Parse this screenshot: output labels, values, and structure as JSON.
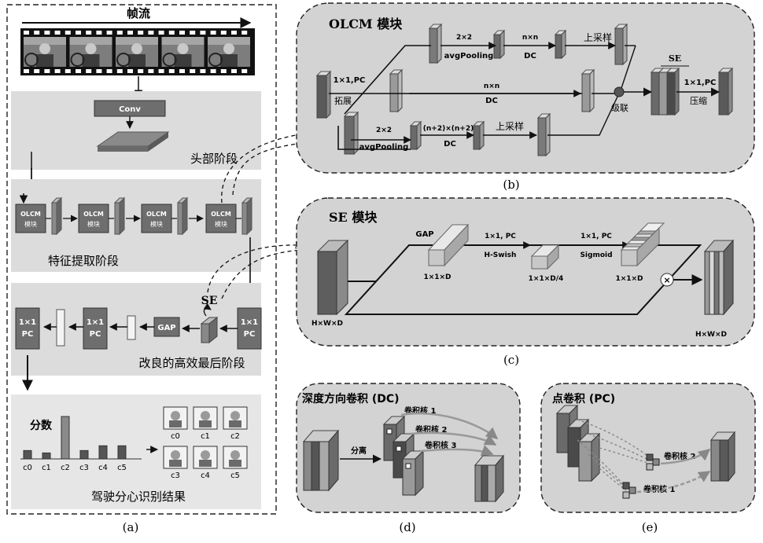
{
  "panel_a": {
    "frame_stream_label": "帧流",
    "conv_label": "Conv",
    "head_stage_label": "头部阶段",
    "olcm_block_label_line1": "OLCM",
    "olcm_block_label_line2": "模块",
    "feature_stage_label": "特征提取阶段",
    "se_label": "SE",
    "gap_label": "GAP",
    "pc_label_line1": "1×1",
    "pc_label_line2": "PC",
    "final_stage_label": "改良的高效最后阶段",
    "score_label": "分数",
    "bar_classes": [
      "c0",
      "c1",
      "c2",
      "c3",
      "c4",
      "c5"
    ],
    "icon_classes": [
      "c0",
      "c1",
      "c2",
      "c3",
      "c4",
      "c5"
    ],
    "result_label": "驾驶分心识别结果",
    "caption": "(a)"
  },
  "chart_data": {
    "type": "bar",
    "categories": [
      "c0",
      "c1",
      "c2",
      "c3",
      "c4",
      "c5"
    ],
    "values": [
      0.14,
      0.1,
      0.71,
      0.14,
      0.22,
      0.22
    ],
    "title": "分数",
    "ylim": [
      0,
      1
    ]
  },
  "panel_b": {
    "title": "OLCM 模块",
    "pc_expand_top": "1×1,PC",
    "pc_expand_bottom": "拓展",
    "avgpool_top_1": "2×2",
    "avgpool_bottom_1": "avgPooling",
    "dc_top_1": "n×n",
    "dc_bottom_1": "DC",
    "upsample_1": "上采样",
    "dc_top_mid": "n×n",
    "dc_bottom_mid": "DC",
    "concat_label": "级联",
    "se_label": "SE",
    "pc_compress_top": "1×1,PC",
    "pc_compress_bottom": "压缩",
    "avgpool_top_2": "2×2",
    "avgpool_bottom_2": "avgPooling",
    "dc_top_2": "(n+2)×(n+2)",
    "dc_bottom_2": "DC",
    "upsample_2": "上采样",
    "caption": "(b)"
  },
  "panel_c": {
    "title": "SE 模块",
    "gap_label": "GAP",
    "hwd_in": "H×W×D",
    "dim1": "1×1×D",
    "op1_top": "1×1, PC",
    "op1_bottom": "H-Swish",
    "dim2": "1×1×D/4",
    "op2_top": "1×1, PC",
    "op2_bottom": "Sigmoid",
    "dim3": "1×1×D",
    "multiply_symbol": "×",
    "hwd_out": "H×W×D",
    "caption": "(c)"
  },
  "panel_d": {
    "title": "深度方向卷积 (DC)",
    "split_label": "分离",
    "kernel1": "卷积核 1",
    "kernel2": "卷积核 2",
    "kernel3": "卷积核 3",
    "caption": "(d)"
  },
  "panel_e": {
    "title": "点卷积 (PC)",
    "kernel2": "卷积核 2",
    "kernel1": "卷积核 1",
    "caption": "(e)"
  }
}
